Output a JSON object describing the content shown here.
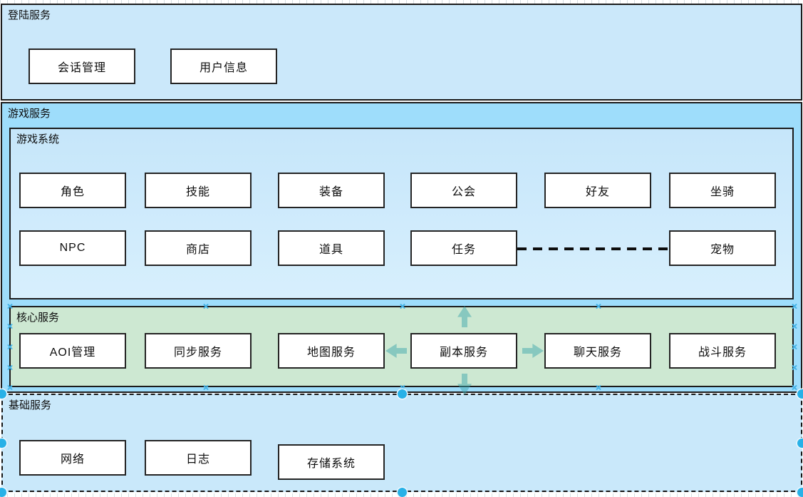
{
  "sections": {
    "login": {
      "label": "登陆服务",
      "nodes": [
        "会话管理",
        "用户信息"
      ]
    },
    "game": {
      "label": "游戏服务"
    },
    "game_system": {
      "label": "游戏系统",
      "row1": [
        "角色",
        "技能",
        "装备",
        "公会",
        "好友",
        "坐骑"
      ],
      "row2": [
        "NPC",
        "商店",
        "道具",
        "任务",
        "宠物"
      ]
    },
    "core": {
      "label": "核心服务",
      "nodes": [
        "AOI管理",
        "同步服务",
        "地图服务",
        "副本服务",
        "聊天服务",
        "战斗服务"
      ]
    },
    "base": {
      "label": "基础服务",
      "nodes": [
        "网络",
        "日志",
        "存储系统"
      ]
    }
  },
  "connector": {
    "type": "dashed-line",
    "from": "任务",
    "to": "宠物",
    "color": "#000000"
  },
  "colors": {
    "login_fill": "#cbe8fa",
    "game_fill": "#9eddfb",
    "game_system_fill": "#cde8fb",
    "core_fill": "#cde8d2",
    "base_fill": "#c9e8fa",
    "node_fill": "#ffffff",
    "node_border": "#242424",
    "selection_handle": "#28b1e7",
    "connection_point": "#45b4e8",
    "direction_arrow": "rgba(58,166,172,0.48)"
  }
}
